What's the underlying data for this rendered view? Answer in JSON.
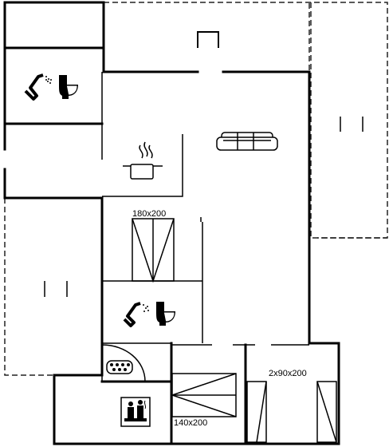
{
  "plan": {
    "colors": {
      "wall": "#000000",
      "dashed": "#222222",
      "background": "#ffffff"
    },
    "rooms": [
      {
        "id": "upper-bathroom",
        "icons": [
          "shower-icon",
          "toilet-icon"
        ]
      },
      {
        "id": "kitchen",
        "icons": [
          "cooking-pot-icon"
        ]
      },
      {
        "id": "living-room",
        "icons": [
          "sofa-icon",
          "fireplace-icon"
        ]
      },
      {
        "id": "bedroom-upper",
        "label": "180x200",
        "icons": [
          "double-bed-icon"
        ]
      },
      {
        "id": "lower-bathroom",
        "icons": [
          "shower-icon",
          "toilet-icon"
        ]
      },
      {
        "id": "spa-room",
        "icons": [
          "whirlpool-icon",
          "sauna-icon"
        ]
      },
      {
        "id": "bedroom-lower-left",
        "label": "140x200",
        "icons": [
          "bed-icon"
        ]
      },
      {
        "id": "bedroom-lower-right",
        "label": "2x90x200",
        "icons": [
          "single-bed-icon",
          "single-bed-icon"
        ]
      }
    ],
    "terraces": [
      {
        "id": "terrace-top",
        "icon": "window-marker-icon"
      },
      {
        "id": "terrace-right",
        "icon": "window-marker-icon"
      },
      {
        "id": "terrace-left",
        "icon": "window-marker-icon"
      }
    ]
  }
}
